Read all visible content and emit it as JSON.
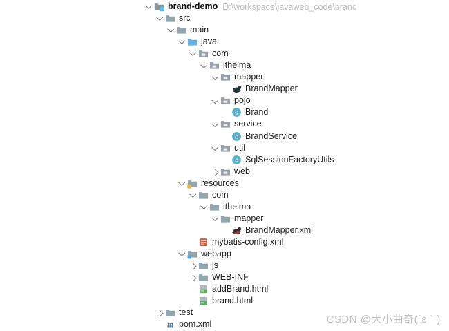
{
  "tree": {
    "items": [
      {
        "label": "brand-demo",
        "bold": true,
        "path_suffix": "D:\\workspace\\javaweb_code\\branc",
        "level": 0,
        "chevron": "down",
        "icon": "project-folder"
      },
      {
        "label": "src",
        "level": 1,
        "chevron": "down",
        "icon": "folder"
      },
      {
        "label": "main",
        "level": 2,
        "chevron": "down",
        "icon": "folder"
      },
      {
        "label": "java",
        "level": 3,
        "chevron": "down",
        "icon": "source-root-folder"
      },
      {
        "label": "com",
        "level": 4,
        "chevron": "down",
        "icon": "package"
      },
      {
        "label": "itheima",
        "level": 5,
        "chevron": "down",
        "icon": "package"
      },
      {
        "label": "mapper",
        "level": 6,
        "chevron": "down",
        "icon": "package"
      },
      {
        "label": "BrandMapper",
        "level": 7,
        "chevron": "none",
        "icon": "mybatis-mapper"
      },
      {
        "label": "pojo",
        "level": 6,
        "chevron": "down",
        "icon": "package"
      },
      {
        "label": "Brand",
        "level": 7,
        "chevron": "none",
        "icon": "java-class"
      },
      {
        "label": "service",
        "level": 6,
        "chevron": "down",
        "icon": "package"
      },
      {
        "label": "BrandService",
        "level": 7,
        "chevron": "none",
        "icon": "java-class"
      },
      {
        "label": "util",
        "level": 6,
        "chevron": "down",
        "icon": "package"
      },
      {
        "label": "SqlSessionFactoryUtils",
        "level": 7,
        "chevron": "none",
        "icon": "java-class"
      },
      {
        "label": "web",
        "level": 6,
        "chevron": "right",
        "icon": "package"
      },
      {
        "label": "resources",
        "level": 3,
        "chevron": "down",
        "icon": "resources-root-folder"
      },
      {
        "label": "com",
        "level": 4,
        "chevron": "down",
        "icon": "folder"
      },
      {
        "label": "itheima",
        "level": 5,
        "chevron": "down",
        "icon": "folder"
      },
      {
        "label": "mapper",
        "level": 6,
        "chevron": "down",
        "icon": "folder"
      },
      {
        "label": "BrandMapper.xml",
        "level": 7,
        "chevron": "none",
        "icon": "mybatis-xml"
      },
      {
        "label": "mybatis-config.xml",
        "level": 4,
        "chevron": "none",
        "icon": "xml-file"
      },
      {
        "label": "webapp",
        "level": 3,
        "chevron": "down",
        "icon": "webapp-folder"
      },
      {
        "label": "js",
        "level": 4,
        "chevron": "right",
        "icon": "folder"
      },
      {
        "label": "WEB-INF",
        "level": 4,
        "chevron": "right",
        "icon": "folder"
      },
      {
        "label": "addBrand.html",
        "level": 4,
        "chevron": "none",
        "icon": "html-file"
      },
      {
        "label": "brand.html",
        "level": 4,
        "chevron": "none",
        "icon": "html-file"
      },
      {
        "label": "test",
        "level": 1,
        "chevron": "right",
        "icon": "folder"
      },
      {
        "label": "pom.xml",
        "level": 1,
        "chevron": "none",
        "icon": "maven-file"
      }
    ]
  },
  "watermark": {
    "text": "CSDN @大小曲奇(´ε ` )"
  },
  "colors": {
    "folder": "#92A6B0",
    "source_root_blue": "#64B1E3",
    "resources_badge_yellow": "#F2B83E",
    "webapp_badge_blue": "#4BA0DF",
    "project_badge_blue": "#4FC0EA",
    "class_circle_teal": "#59B0C8",
    "xml_file_orange": "#C2613F",
    "html_file_green": "#5FAF62",
    "maven_blue": "#4479B4",
    "mybatis_dark": "#263238",
    "mybatis_red": "#A8343C",
    "path_grey": "#BCBCBC",
    "watermark_grey": "#C2C2C2"
  }
}
